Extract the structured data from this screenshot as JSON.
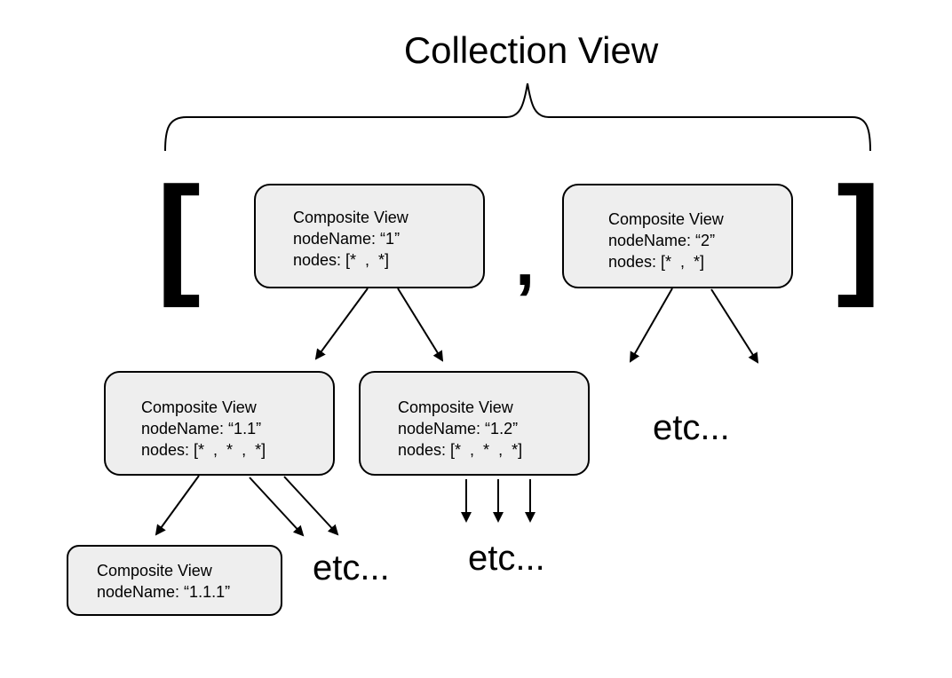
{
  "diagram": {
    "title": "Collection View",
    "open_bracket": "[",
    "close_bracket": "]",
    "separator": ",",
    "nodes": {
      "n1": {
        "type": "Composite View",
        "node_name": "nodeName: “1”",
        "nodes_list": "nodes: [*  ,  *]"
      },
      "n2": {
        "type": "Composite View",
        "node_name": "nodeName: “2”",
        "nodes_list": "nodes: [*  ,  *]"
      },
      "n1_1": {
        "type": "Composite View",
        "node_name": "nodeName: “1.1”",
        "nodes_list": "nodes: [*  ,  *  ,  *]"
      },
      "n1_2": {
        "type": "Composite View",
        "node_name": "nodeName: “1.2”",
        "nodes_list": "nodes: [*  ,  *  ,  *]"
      },
      "n1_1_1": {
        "type": "Composite View",
        "node_name": "nodeName: “1.1.1”"
      }
    },
    "ellipsis": {
      "under_n2": "etc...",
      "under_n1_1": "etc...",
      "under_n1_2": "etc..."
    }
  }
}
